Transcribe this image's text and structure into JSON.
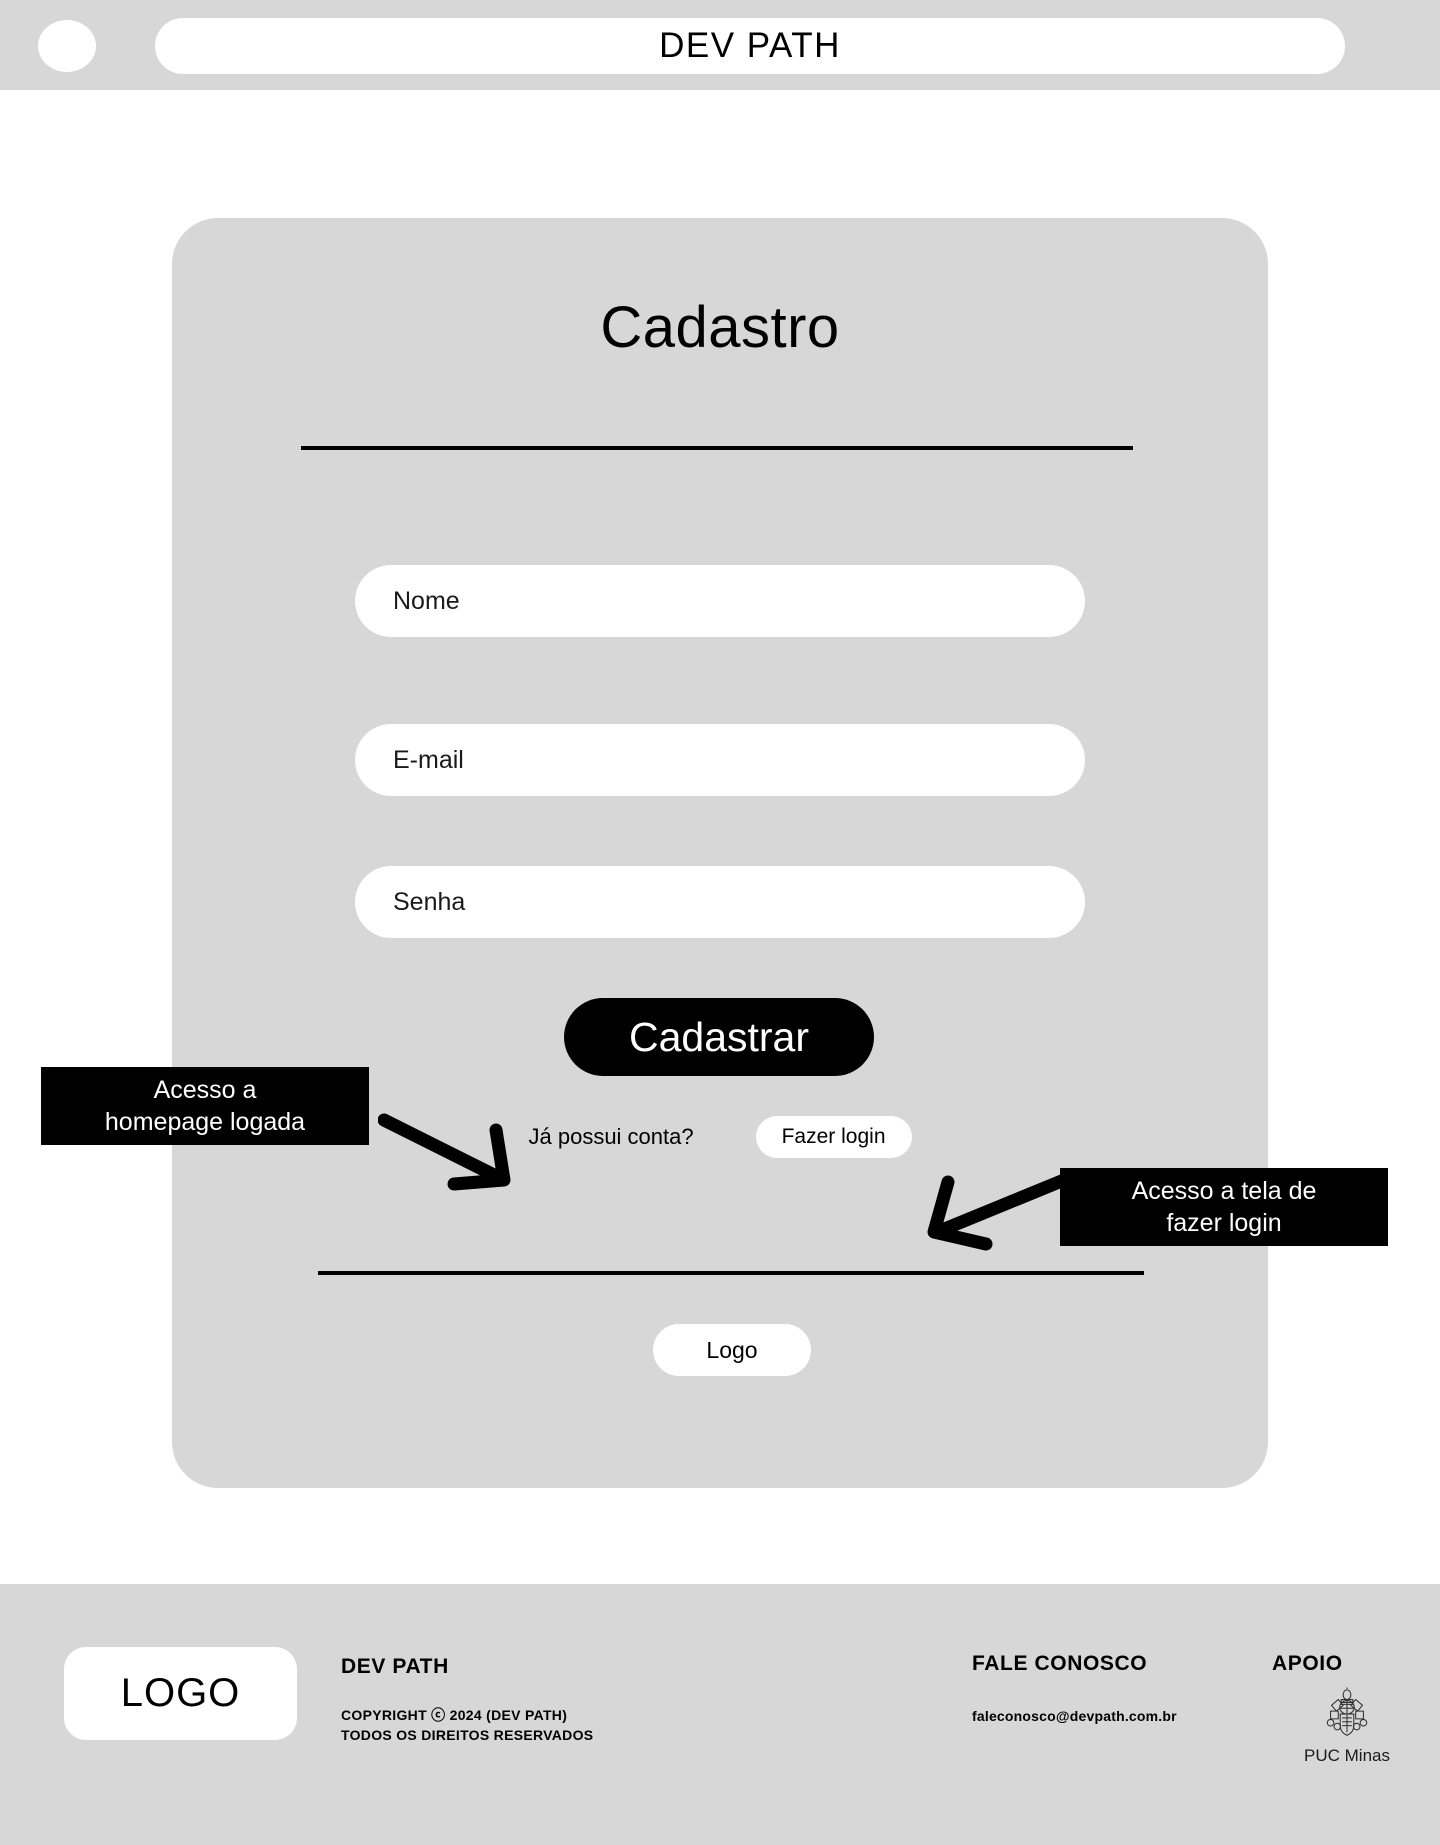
{
  "header": {
    "title": "DEV PATH",
    "avatar_icon": "user-avatar-circle-icon"
  },
  "card": {
    "title": "Cadastro",
    "fields": [
      {
        "name": "nome",
        "label": "Nome",
        "value": ""
      },
      {
        "name": "email",
        "label": "E-mail",
        "value": ""
      },
      {
        "name": "senha",
        "label": "Senha",
        "value": ""
      }
    ],
    "submit_label": "Cadastrar",
    "login_question": "Já possui conta?",
    "login_button_label": "Fazer login",
    "logo_label": "Logo"
  },
  "annotations": [
    {
      "id": "annotation-home-access",
      "line1": "Acesso a",
      "line2": "homepage logada",
      "text": "Acesso a homepage logada",
      "arrow": "arrow-down-right-icon"
    },
    {
      "id": "annotation-login-access",
      "line1": "Acesso a tela de",
      "line2": "fazer login",
      "text": "Acesso a tela de fazer login",
      "arrow": "arrow-down-left-icon"
    }
  ],
  "footer": {
    "logo_label": "LOGO",
    "brand_title": "DEV PATH",
    "copyright_line1": "COPYRIGHT ⓒ 2024 (DEV PATH)",
    "copyright_line2": "TODOS OS DIREITOS RESERVADOS",
    "contact_title": "FALE CONOSCO",
    "contact_email": "faleconosco@devpath.com.br",
    "support_title": "APOIO",
    "support_name": "PUC Minas",
    "support_logo_icon": "puc-minas-crest-icon"
  },
  "colors": {
    "bar_gray": "#d7d7d7",
    "card_gray": "#d7d7d7",
    "page_white": "#ffffff",
    "accent_black": "#000000"
  }
}
